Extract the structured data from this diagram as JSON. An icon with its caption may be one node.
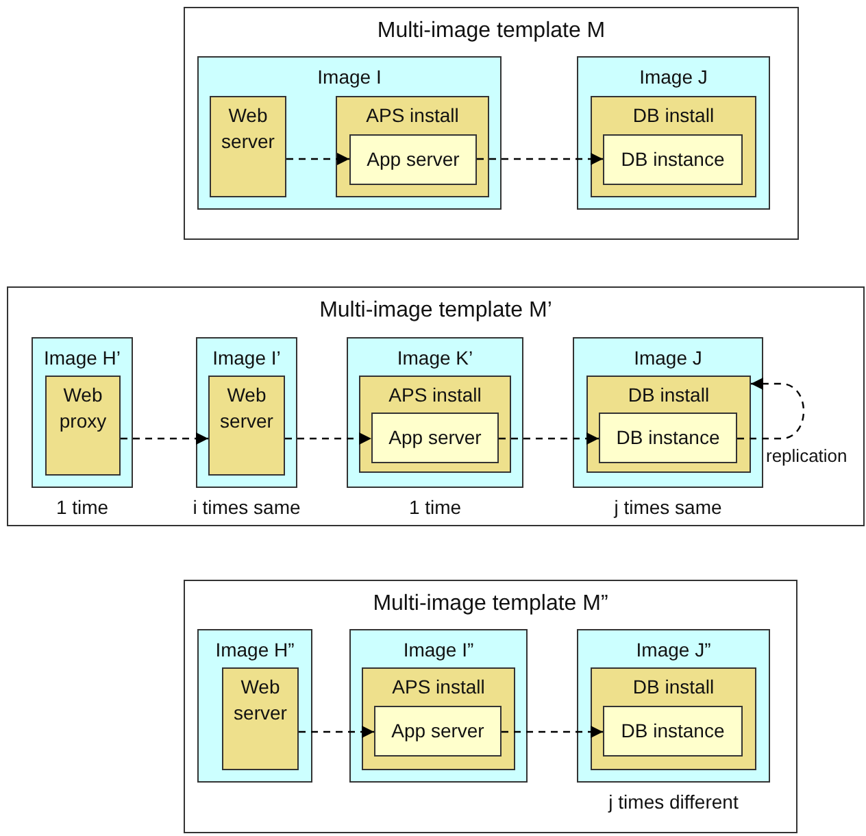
{
  "diagram": {
    "nodes": [
      {
        "text": [
          "Multi-image template M"
        ]
      },
      {
        "text": [
          "Image I"
        ],
        "in": 0
      },
      {
        "text": [
          "Web server"
        ],
        "in": 1
      },
      {
        "text": [
          "APS install"
        ],
        "in": 1
      },
      {
        "text": [
          "App server"
        ],
        "in": 3
      },
      {
        "text": [
          "Image J"
        ],
        "in": 0
      },
      {
        "text": [
          "DB install"
        ],
        "in": 5
      },
      {
        "text": [
          "DB instance"
        ],
        "in": 6
      },
      {
        "text": [
          "Multi-image template M’"
        ]
      },
      {
        "text": [
          "Image H’"
        ],
        "in": 8,
        "beside": [
          "1 time"
        ]
      },
      {
        "text": [
          "Web proxy"
        ],
        "in": 9
      },
      {
        "text": [
          "Image I’"
        ],
        "in": 8,
        "beside": [
          "i times same"
        ]
      },
      {
        "text": [
          "Web server"
        ],
        "in": 11
      },
      {
        "text": [
          "Image K’"
        ],
        "in": 8,
        "beside": [
          "1 time"
        ]
      },
      {
        "text": [
          "APS install"
        ],
        "in": 13
      },
      {
        "text": [
          "App server"
        ],
        "in": 14
      },
      {
        "text": [
          "Image J"
        ],
        "in": 8,
        "beside": [
          "j times same"
        ]
      },
      {
        "text": [
          "DB install"
        ],
        "in": 16
      },
      {
        "text": [
          "DB instance"
        ],
        "in": 17
      },
      {
        "text": [
          "Multi-image template M”"
        ]
      },
      {
        "text": [
          "Image H”"
        ],
        "in": 19
      },
      {
        "text": [
          "Web server"
        ],
        "in": 20
      },
      {
        "text": [
          "Image I”"
        ],
        "in": 19
      },
      {
        "text": [
          "APS install"
        ],
        "in": 22
      },
      {
        "text": [
          "App server"
        ],
        "in": 23
      },
      {
        "text": [
          "Image J”"
        ],
        "in": 19,
        "beside": [
          "j times different"
        ]
      },
      {
        "text": [
          "DB install"
        ],
        "in": 25
      },
      {
        "text": [
          "DB instance"
        ],
        "in": 26
      }
    ],
    "edges": [
      {
        "from": 2,
        "to": 4,
        "arrow": "to",
        "style": "dashed"
      },
      {
        "from": 4,
        "to": 7,
        "arrow": "to",
        "style": "dashed"
      },
      {
        "from": 10,
        "to": 12,
        "arrow": "to",
        "style": "dashed"
      },
      {
        "from": 12,
        "to": 15,
        "arrow": "to",
        "style": "dashed"
      },
      {
        "from": 15,
        "to": 18,
        "arrow": "to",
        "style": "dashed"
      },
      {
        "from": 18,
        "to": 17,
        "arrow": "to",
        "style": "dashed",
        "label": "replication"
      },
      {
        "from": 21,
        "to": 24,
        "arrow": "to",
        "style": "dashed"
      },
      {
        "from": 24,
        "to": 27,
        "arrow": "to",
        "style": "dashed"
      }
    ]
  }
}
